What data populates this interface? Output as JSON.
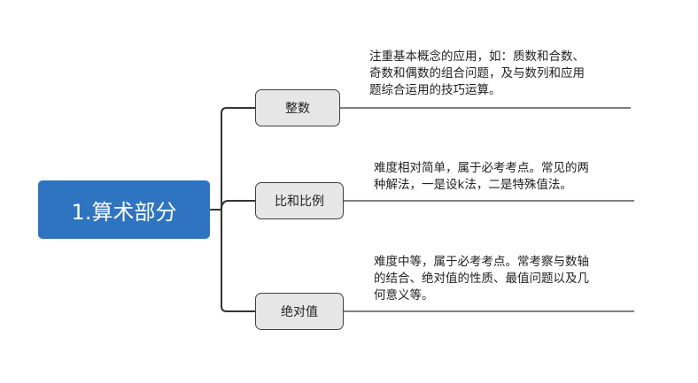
{
  "root": {
    "label": "1.算术部分",
    "color": "#2e74c0"
  },
  "branches": [
    {
      "label": "整数",
      "note": "注重基本概念的应用，如：质数和合数、\n奇数和偶数的组合问题，及与数列和应用\n题综合运用的技巧运算。"
    },
    {
      "label": "比和比例",
      "note": "难度相对简单，属于必考考点。常见的两\n种解法，一是设k法，二是特殊值法。"
    },
    {
      "label": "绝对值",
      "note": "难度中等，属于必考考点。常考察与数轴\n的结合、绝对值的性质、最值问题以及几\n何意义等。"
    }
  ]
}
